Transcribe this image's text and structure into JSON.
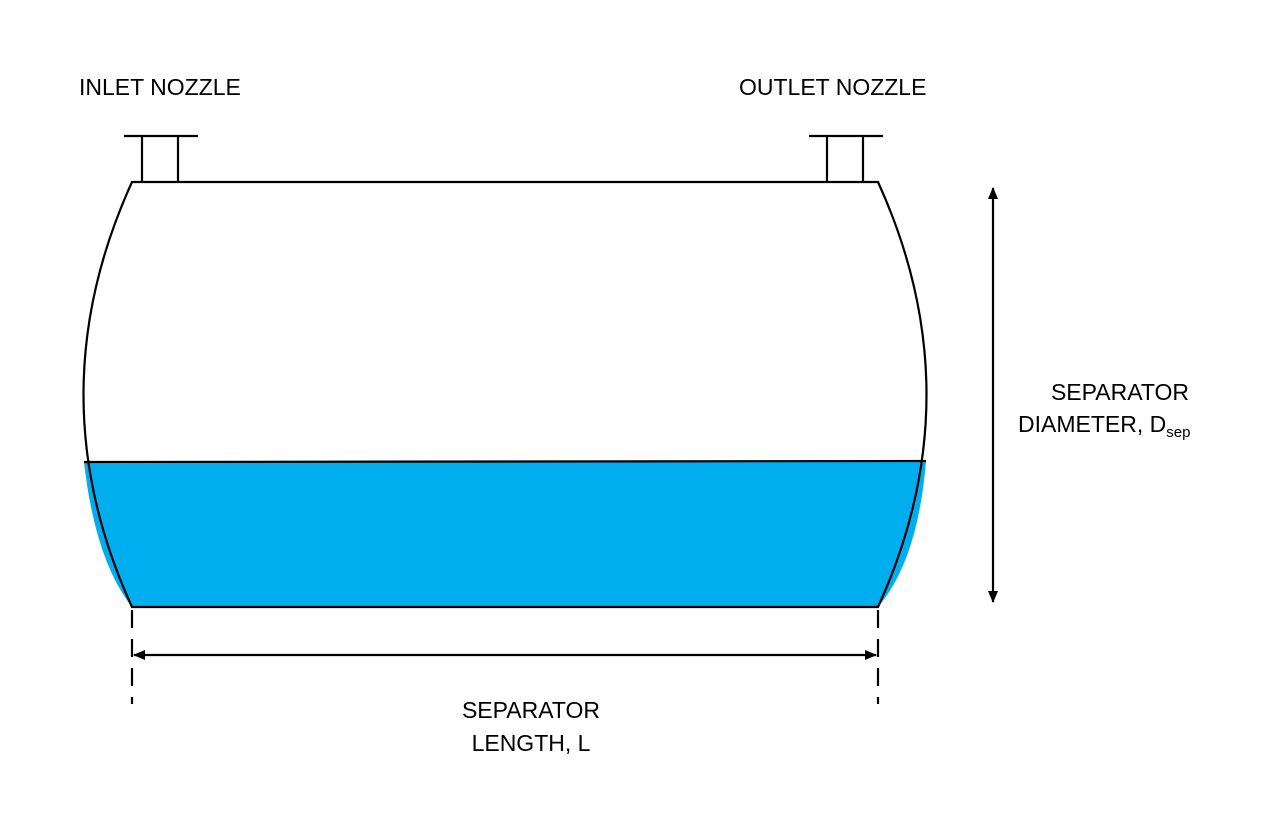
{
  "labels": {
    "inlet": "INLET NOZZLE",
    "outlet": "OUTLET NOZZLE",
    "diameter_line1": "SEPARATOR",
    "diameter_line2": "DIAMETER, D",
    "diameter_subscript": "sep",
    "length_line1": "SEPARATOR",
    "length_line2": "LENGTH,  L"
  },
  "colors": {
    "liquid": "#00AEEF",
    "outline": "#000000",
    "background": "#FFFFFF"
  }
}
